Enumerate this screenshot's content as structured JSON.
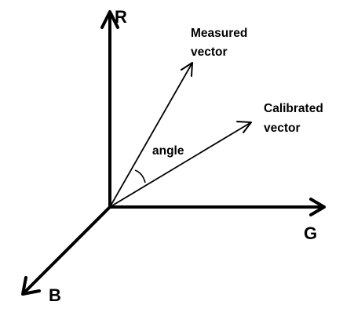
{
  "axes": {
    "r_label": "R",
    "g_label": "G",
    "b_label": "B"
  },
  "vectors": {
    "measured_line1": "Measured",
    "measured_line2": "vector",
    "calibrated_line1": "Calibrated",
    "calibrated_line2": "vector"
  },
  "angle_label": "angle",
  "colors": {
    "ink": "#000000",
    "background": "#ffffff"
  }
}
